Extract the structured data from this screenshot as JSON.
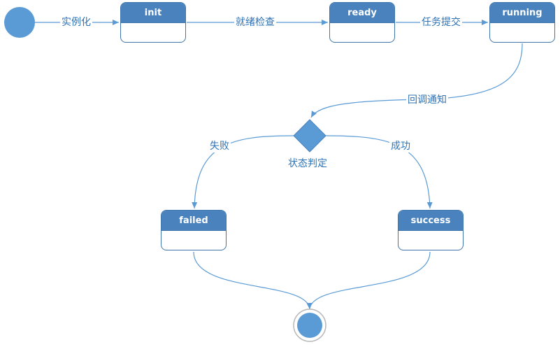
{
  "colors": {
    "line": "#5b9bd5",
    "node": "#5b9bd5",
    "header": "#4a82bd",
    "label": "#2f73b5"
  },
  "states": {
    "init": "init",
    "ready": "ready",
    "running": "running",
    "failed": "failed",
    "success": "success"
  },
  "transitions": {
    "instantiate": "实例化",
    "ready_check": "就绪检查",
    "submit_task": "任务提交",
    "callback": "回调通知",
    "fail": "失败",
    "succeed": "成功"
  },
  "decision": {
    "label": "状态判定"
  }
}
